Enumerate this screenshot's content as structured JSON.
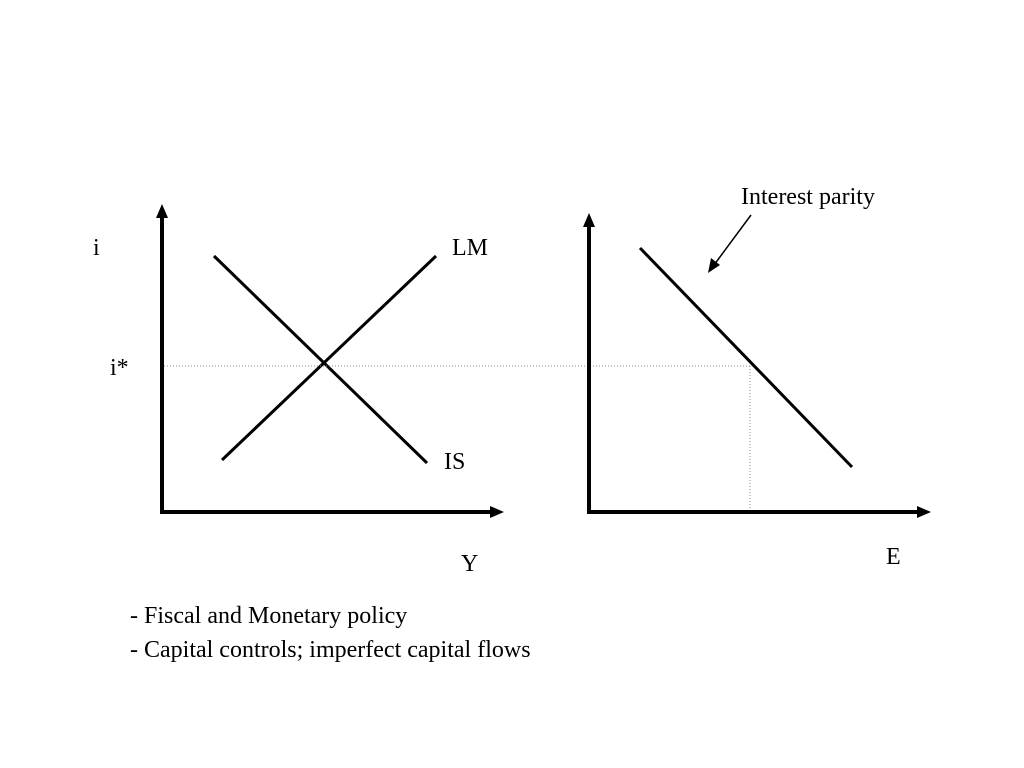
{
  "left_panel": {
    "y_axis_label": "i",
    "x_axis_label": "Y",
    "rate_marker": "i*",
    "curves": {
      "lm_label": "LM",
      "is_label": "IS"
    }
  },
  "right_panel": {
    "x_axis_label": "E",
    "curve_annotation": "Interest parity"
  },
  "notes": [
    "- Fiscal and Monetary policy",
    "- Capital controls; imperfect capital flows"
  ],
  "colors": {
    "line": "#000000",
    "guide": "#8c8c8c",
    "background": "#ffffff"
  }
}
